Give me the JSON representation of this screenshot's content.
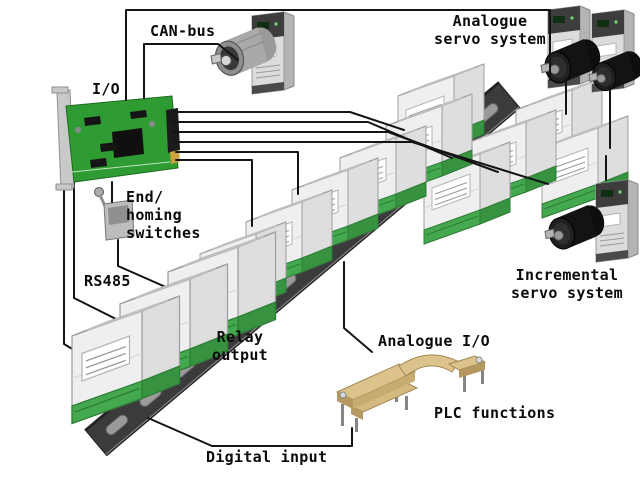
{
  "diagram": {
    "labels": {
      "can_bus": "CAN-bus",
      "analogue_servo_system": "Analogue\nservo system",
      "io": "I/O",
      "end_homing_switches": "End/\nhoming\nswitches",
      "rs485": "RS485",
      "relay_output": "Relay\noutput",
      "analogue_io": "Analogue I/O",
      "incremental_servo_system": "Incremental\nservo system",
      "plc_functions": "PLC functions",
      "digital_input": "Digital input"
    },
    "colors": {
      "background": "#ffffff",
      "wire": "#141414",
      "rail": "#3b3b3b",
      "module_body": "#efefef",
      "terminal_green": "#44a84f",
      "pcb_green": "#2e9b33",
      "conveyor_tan": "#dcc38c"
    }
  }
}
